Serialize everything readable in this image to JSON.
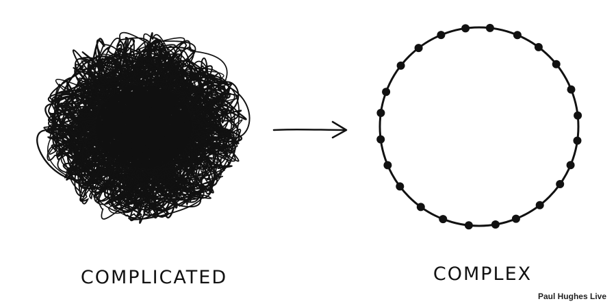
{
  "diagram": {
    "left_label": "COMPLICATED",
    "right_label": "COMPLEX",
    "credit": "Paul Hughes Live",
    "ink_color": "#111111",
    "background_color": "#ffffff",
    "circle_node_count": 24
  }
}
